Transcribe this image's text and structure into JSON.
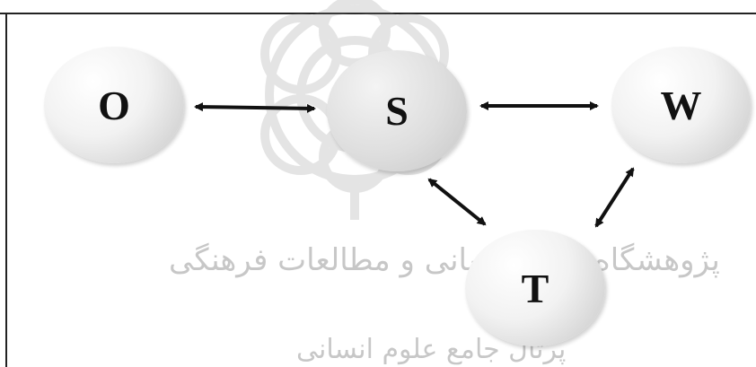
{
  "diagram": {
    "top_partial_text": "",
    "nodes": [
      {
        "id": "O",
        "label": "O"
      },
      {
        "id": "S",
        "label": "S"
      },
      {
        "id": "W",
        "label": "W"
      },
      {
        "id": "T",
        "label": "T"
      }
    ],
    "edges": [
      {
        "from": "O",
        "to": "S",
        "bidirectional": true
      },
      {
        "from": "S",
        "to": "W",
        "bidirectional": true
      },
      {
        "from": "S",
        "to": "T",
        "bidirectional": true
      },
      {
        "from": "W",
        "to": "T",
        "bidirectional": true
      }
    ]
  },
  "watermark": {
    "line1": "پژوهشگاه علوم انسانی و مطالعات فرهنگی",
    "line2": "پرتال جامع علوم انسانی"
  },
  "colors": {
    "border": "#222222",
    "arrow": "#111111",
    "node_fill_light": "#f2f2f2",
    "node_fill_dark": "#bdbdbd",
    "watermark": "#9a9a9a"
  }
}
